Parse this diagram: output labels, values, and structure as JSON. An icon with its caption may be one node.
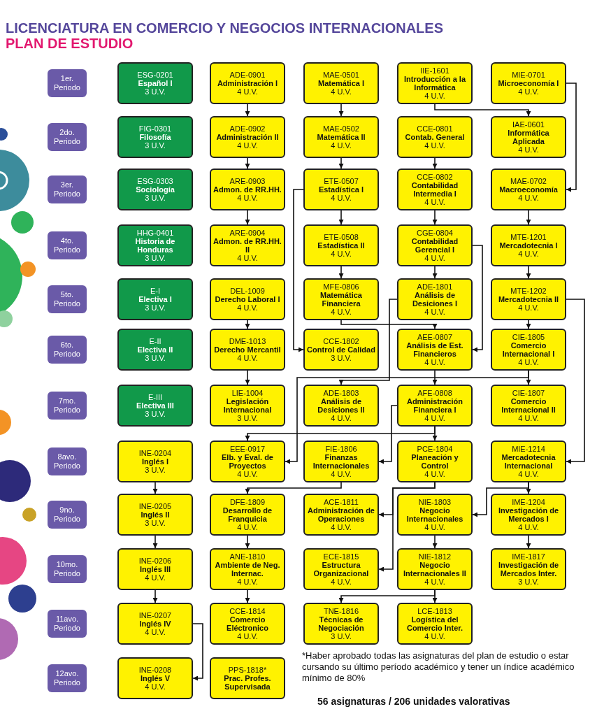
{
  "diagram": {
    "title": "LICENCIATURA EN COMERCIO Y NEGOCIOS INTERNACIONALES",
    "nodes": [
      {
        "text": [
          "1er. Periodo"
        ]
      },
      {
        "text": [
          "ESG-0201",
          "Español I",
          "3 U.V."
        ]
      },
      {
        "text": [
          "ADE-0901",
          "Administración I",
          "4 U.V."
        ]
      },
      {
        "text": [
          "MAE-0501",
          "Matemática I",
          "4 U.V."
        ]
      },
      {
        "text": [
          "IIE-1601",
          "Introducción a la Informática",
          "4 U.V."
        ]
      },
      {
        "text": [
          "MIE-0701",
          "Microeconomía I",
          "4 U.V."
        ]
      },
      {
        "text": [
          "2do. Periodo"
        ]
      },
      {
        "text": [
          "FIG-0301",
          "Filosofía",
          "3 U.V."
        ]
      },
      {
        "text": [
          "ADE-0902",
          "Administración II",
          "4 U.V."
        ]
      },
      {
        "text": [
          "MAE-0502",
          "Matemática II",
          "4 U.V."
        ]
      },
      {
        "text": [
          "CCE-0801",
          "Contab. General",
          "4 U.V."
        ]
      },
      {
        "text": [
          "IAE-0601",
          "Informática Aplicada",
          "4 U.V."
        ]
      },
      {
        "text": [
          "3er. Periodo"
        ]
      },
      {
        "text": [
          "ESG-0303",
          "Sociología",
          "3 U.V."
        ]
      },
      {
        "text": [
          "ARE-0903",
          "Admon. de RR.HH.",
          "4 U.V."
        ]
      },
      {
        "text": [
          "ETE-0507",
          "Estadística I",
          "4 U.V."
        ]
      },
      {
        "text": [
          "CCE-0802",
          "Contabilidad Intermedia I",
          "4 U.V."
        ]
      },
      {
        "text": [
          "MAE-0702",
          "Macroeconomía",
          "4 U.V."
        ]
      },
      {
        "text": [
          "4to. Periodo"
        ]
      },
      {
        "text": [
          "HHG-0401",
          "Historia de Honduras",
          "3 U.V."
        ]
      },
      {
        "text": [
          "ARE-0904",
          "Admon. de RR.HH. II",
          "4 U.V."
        ]
      },
      {
        "text": [
          "ETE-0508",
          "Estadística II",
          "4 U.V."
        ]
      },
      {
        "text": [
          "CGE-0804",
          "Contabilidad Gerencial I",
          "4 U.V."
        ]
      },
      {
        "text": [
          "MTE-1201",
          "Mercadotecnia I",
          "4 U.V."
        ]
      },
      {
        "text": [
          "5to. Periodo"
        ]
      },
      {
        "text": [
          "E-I",
          "Electiva I",
          "3 U.V."
        ]
      },
      {
        "text": [
          "DEL-1009",
          "Derecho Laboral I",
          "4 U.V."
        ]
      },
      {
        "text": [
          "MFE-0806",
          "Matemática Financiera",
          "4 U.V."
        ]
      },
      {
        "text": [
          "ADE-1801",
          "Análisis de Desiciones I",
          "4 U.V."
        ]
      },
      {
        "text": [
          "MTE-1202",
          "Mercadotecnia II",
          "4 U.V."
        ]
      },
      {
        "text": [
          "6to. Periodo"
        ]
      },
      {
        "text": [
          "E-II",
          "Electiva II",
          "3 U.V."
        ]
      },
      {
        "text": [
          "DME-1013",
          "Derecho Mercantil",
          "4 U.V."
        ]
      },
      {
        "text": [
          "CCE-1802",
          "Control de Calidad",
          "3 U.V."
        ]
      },
      {
        "text": [
          "AEE-0807",
          "Análisis de Est. Financieros",
          "4 U.V."
        ]
      },
      {
        "text": [
          "CIE-1805",
          "Comercio Internacional I",
          "4 U.V."
        ]
      },
      {
        "text": [
          "7mo. Periodo"
        ]
      },
      {
        "text": [
          "E-III",
          "Electiva III",
          "3 U.V."
        ]
      },
      {
        "text": [
          "LIE-1004",
          "Legislación Internacional",
          "3 U.V."
        ]
      },
      {
        "text": [
          "ADE-1803",
          "Análisis de Desiciones II",
          "4 U.V."
        ]
      },
      {
        "text": [
          "AFE-0808",
          "Administración Financiera I",
          "4 U.V."
        ]
      },
      {
        "text": [
          "CIE-1807",
          "Comercio Internacional II",
          "4 U.V."
        ]
      },
      {
        "text": [
          "8avo. Periodo"
        ]
      },
      {
        "text": [
          "INE-0204",
          "Inglés I",
          "3 U.V."
        ]
      },
      {
        "text": [
          "EEE-0917",
          "Elb. y Eval. de Proyectos",
          "4 U.V."
        ]
      },
      {
        "text": [
          "FIE-1806",
          "Finanzas Internacionales",
          "4 U.V."
        ]
      },
      {
        "text": [
          "PCE-1804",
          "Planeación y Control",
          "4 U.V."
        ]
      },
      {
        "text": [
          "MIE-1214",
          "Mercadotecnia Internacional",
          "4 U.V."
        ]
      },
      {
        "text": [
          "9no. Periodo"
        ]
      },
      {
        "text": [
          "INE-0205",
          "Inglés II",
          "3 U.V."
        ]
      },
      {
        "text": [
          "DFE-1809",
          "Desarrollo de Franquicia",
          "4 U.V."
        ]
      },
      {
        "text": [
          "ACE-1811",
          "Administración de Operaciones",
          "4 U.V."
        ]
      },
      {
        "text": [
          "NIE-1803",
          "Negocio Internacionales",
          "4 U.V."
        ]
      },
      {
        "text": [
          "IME-1204",
          "Investigación de Mercados I",
          "4 U.V."
        ]
      },
      {
        "text": [
          "10mo. Periodo"
        ]
      },
      {
        "text": [
          "INE-0206",
          "Inglés III",
          "4 U.V."
        ]
      },
      {
        "text": [
          "ANE-1810",
          "Ambiente de Neg. Internac.",
          "4 U.V."
        ]
      },
      {
        "text": [
          "ECE-1815",
          "Estructura Organizacional",
          "4 U.V."
        ]
      },
      {
        "text": [
          "NIE-1812",
          "Negocio Internacionales II",
          "4 U.V."
        ]
      },
      {
        "text": [
          "IME-1817",
          "Investigación de Mercados Inter.",
          "3 U.V."
        ]
      },
      {
        "text": [
          "11avo. Periodo"
        ]
      },
      {
        "text": [
          "INE-0207",
          "Inglés IV",
          "4 U.V."
        ]
      },
      {
        "text": [
          "CCE-1814",
          "Comercio Eléctronico",
          "4 U.V."
        ]
      },
      {
        "text": [
          "TNE-1816",
          "Técnicas de Negociación",
          "3 U.V."
        ]
      },
      {
        "text": [
          "LCE-1813",
          "Logística del Comercio Inter.",
          "4 U.V."
        ]
      },
      {
        "text": [
          "12avo. Periodo"
        ]
      },
      {
        "text": [
          "INE-0208",
          "Inglés V",
          "4 U.V."
        ]
      },
      {
        "text": [
          "PPS-1818*",
          "Prac. Profes. Supervisada"
        ]
      }
    ],
    "edges": [
      {
        "from": 2,
        "to": 8,
        "arrow": "to"
      },
      {
        "from": 8,
        "to": 14,
        "arrow": "to"
      },
      {
        "from": 14,
        "to": 20,
        "arrow": "to"
      },
      {
        "from": 26,
        "to": 32,
        "arrow": "to"
      },
      {
        "from": 32,
        "to": 38,
        "arrow": "to"
      },
      {
        "from": 3,
        "to": 9,
        "arrow": "to"
      },
      {
        "from": 9,
        "to": 15,
        "arrow": "to"
      },
      {
        "from": 15,
        "to": 21,
        "arrow": "to"
      },
      {
        "from": 21,
        "to": 27,
        "arrow": "to"
      },
      {
        "from": 15,
        "to": 33,
        "arrow": "to"
      },
      {
        "from": 4,
        "to": 11,
        "arrow": "to"
      },
      {
        "from": 10,
        "to": 16,
        "arrow": "to"
      },
      {
        "from": 16,
        "to": 22,
        "arrow": "to"
      },
      {
        "from": 22,
        "to": 28,
        "arrow": "to"
      },
      {
        "from": 22,
        "to": 34,
        "arrow": "to"
      },
      {
        "from": 27,
        "to": 34,
        "arrow": "to"
      },
      {
        "from": 5,
        "to": 17,
        "arrow": "to"
      },
      {
        "from": 17,
        "to": 23,
        "arrow": "to"
      },
      {
        "from": 23,
        "to": 29,
        "arrow": "to"
      },
      {
        "from": 29,
        "to": 35,
        "arrow": "to"
      },
      {
        "from": 35,
        "to": 41,
        "arrow": "to"
      },
      {
        "from": 29,
        "to": 47,
        "arrow": "to"
      },
      {
        "from": 28,
        "to": 39,
        "arrow": "to"
      },
      {
        "from": 34,
        "to": 40,
        "arrow": "to"
      },
      {
        "from": 35,
        "to": 44,
        "arrow": "to"
      },
      {
        "from": 40,
        "to": 44,
        "arrow": "to"
      },
      {
        "from": 40,
        "to": 46,
        "arrow": "to"
      },
      {
        "from": 40,
        "to": 45,
        "arrow": "to"
      },
      {
        "from": 45,
        "to": 50,
        "arrow": "to"
      },
      {
        "from": 46,
        "to": 51,
        "arrow": "to"
      },
      {
        "from": 46,
        "to": 57,
        "arrow": "to"
      },
      {
        "from": 47,
        "to": 53,
        "arrow": "to"
      },
      {
        "from": 47,
        "to": 52,
        "arrow": "to"
      },
      {
        "from": 50,
        "to": 56,
        "arrow": "to"
      },
      {
        "from": 56,
        "to": 62,
        "arrow": "to"
      },
      {
        "from": 52,
        "to": 58,
        "arrow": "to"
      },
      {
        "from": 53,
        "to": 59,
        "arrow": "to"
      },
      {
        "from": 58,
        "to": 63,
        "arrow": "to"
      },
      {
        "from": 58,
        "to": 64,
        "arrow": "to"
      },
      {
        "from": 43,
        "to": 49,
        "arrow": "to"
      },
      {
        "from": 49,
        "to": 55,
        "arrow": "to"
      },
      {
        "from": 55,
        "to": 61,
        "arrow": "to"
      },
      {
        "from": 61,
        "to": 66,
        "arrow": "to"
      }
    ],
    "labels": [
      "PLAN DE ESTUDIO",
      "*Haber aprobado todas las asignaturas del plan de estudio o estar cursando su último período académico y tener un índice académico mínimo de 80%",
      "56 asignaturas / 206 unidades valorativas"
    ]
  }
}
